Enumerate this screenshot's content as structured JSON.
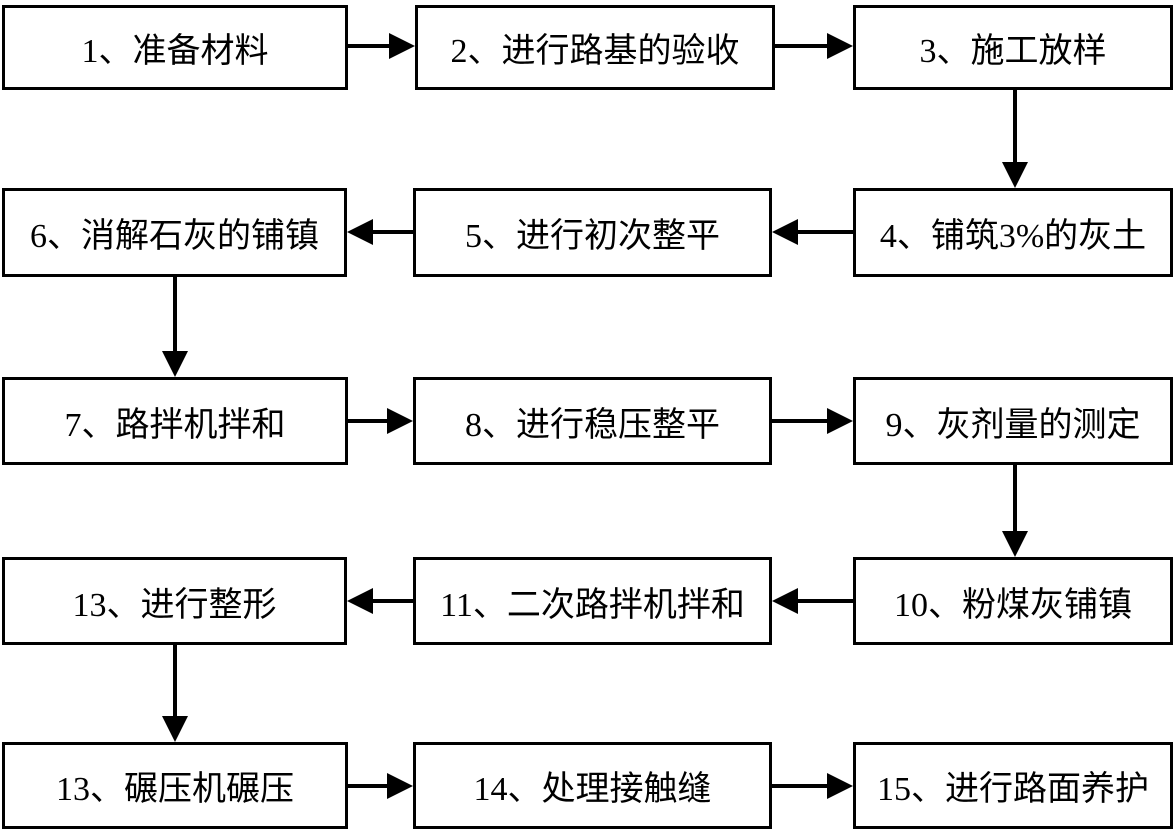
{
  "diagram": {
    "type": "flowchart",
    "language": "zh-CN",
    "description": "Road construction lime-fly-ash pavement process flow"
  },
  "nodes": [
    {
      "id": "1",
      "label": "1、准备材料"
    },
    {
      "id": "2",
      "label": "2、进行路基的验收"
    },
    {
      "id": "3",
      "label": "3、施工放样"
    },
    {
      "id": "4",
      "label": "4、铺筑3%的灰土"
    },
    {
      "id": "5",
      "label": "5、进行初次整平"
    },
    {
      "id": "6",
      "label": "6、消解石灰的铺镇"
    },
    {
      "id": "7",
      "label": "7、路拌机拌和"
    },
    {
      "id": "8",
      "label": "8、进行稳压整平"
    },
    {
      "id": "9",
      "label": "9、灰剂量的测定"
    },
    {
      "id": "10",
      "label": "10、粉煤灰铺镇"
    },
    {
      "id": "11",
      "label": "11、二次路拌机拌和"
    },
    {
      "id": "13a",
      "label": "13、进行整形"
    },
    {
      "id": "13b",
      "label": "13、碾压机碾压"
    },
    {
      "id": "14",
      "label": "14、处理接触缝"
    },
    {
      "id": "15",
      "label": "15、进行路面养护"
    }
  ],
  "edges": [
    {
      "from": "1",
      "to": "2",
      "direction": "right"
    },
    {
      "from": "2",
      "to": "3",
      "direction": "right"
    },
    {
      "from": "3",
      "to": "4",
      "direction": "down"
    },
    {
      "from": "4",
      "to": "5",
      "direction": "left"
    },
    {
      "from": "5",
      "to": "6",
      "direction": "left"
    },
    {
      "from": "6",
      "to": "7",
      "direction": "down"
    },
    {
      "from": "7",
      "to": "8",
      "direction": "right"
    },
    {
      "from": "8",
      "to": "9",
      "direction": "right"
    },
    {
      "from": "9",
      "to": "10",
      "direction": "down"
    },
    {
      "from": "10",
      "to": "11",
      "direction": "left"
    },
    {
      "from": "11",
      "to": "13a",
      "direction": "left"
    },
    {
      "from": "13a",
      "to": "13b",
      "direction": "down"
    },
    {
      "from": "13b",
      "to": "14",
      "direction": "right"
    },
    {
      "from": "14",
      "to": "15",
      "direction": "right"
    }
  ],
  "colors": {
    "background": "#ffffff",
    "stroke": "#000000",
    "text": "#000000"
  }
}
